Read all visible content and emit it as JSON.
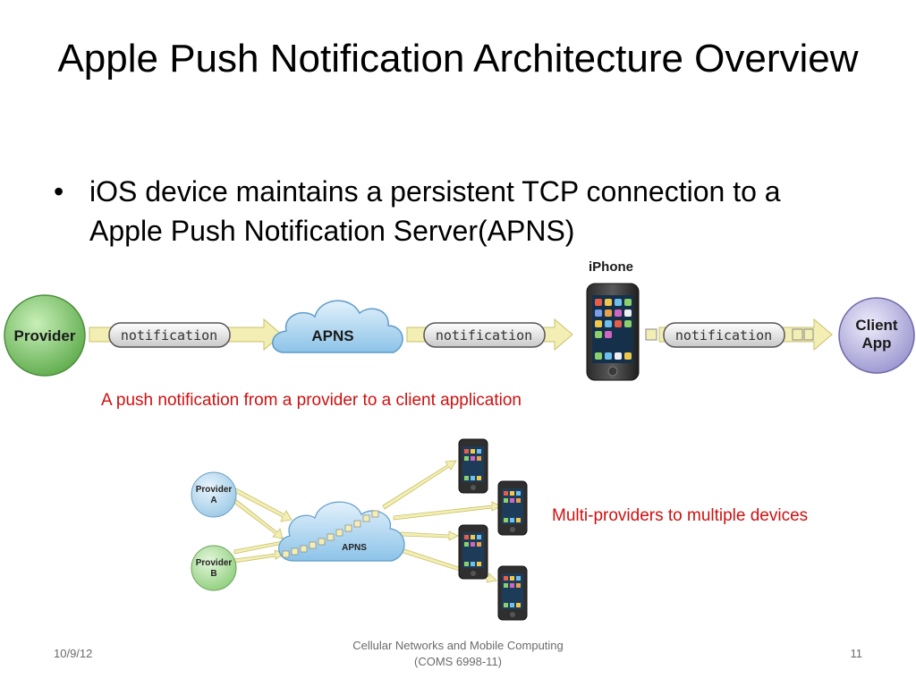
{
  "slide": {
    "title": "Apple Push Notification Architecture Overview",
    "bullet": "iOS device maintains a persistent TCP connection to a Apple Push Notification Server(APNS)"
  },
  "diagram1": {
    "provider": "Provider",
    "notification": "notification",
    "apns": "APNS",
    "iphone": "iPhone",
    "client_line1": "Client",
    "client_line2": "App",
    "caption": "A push notification from a provider to a client application"
  },
  "diagram2": {
    "provider_a_line1": "Provider",
    "provider_a_line2": "A",
    "provider_b_line1": "Provider",
    "provider_b_line2": "B",
    "apns": "APNS",
    "caption": "Multi-providers to multiple devices"
  },
  "footer": {
    "date": "10/9/12",
    "course_line1": "Cellular Networks and Mobile Computing",
    "course_line2": "(COMS 6998-11)",
    "page": "11"
  },
  "colors": {
    "caption": "#d01010",
    "provider_green": "#7cc46a",
    "client_purple": "#b7b3e0",
    "cloud_blue": "#a9d2ee",
    "arrow_yellow": "#f3efb4"
  }
}
